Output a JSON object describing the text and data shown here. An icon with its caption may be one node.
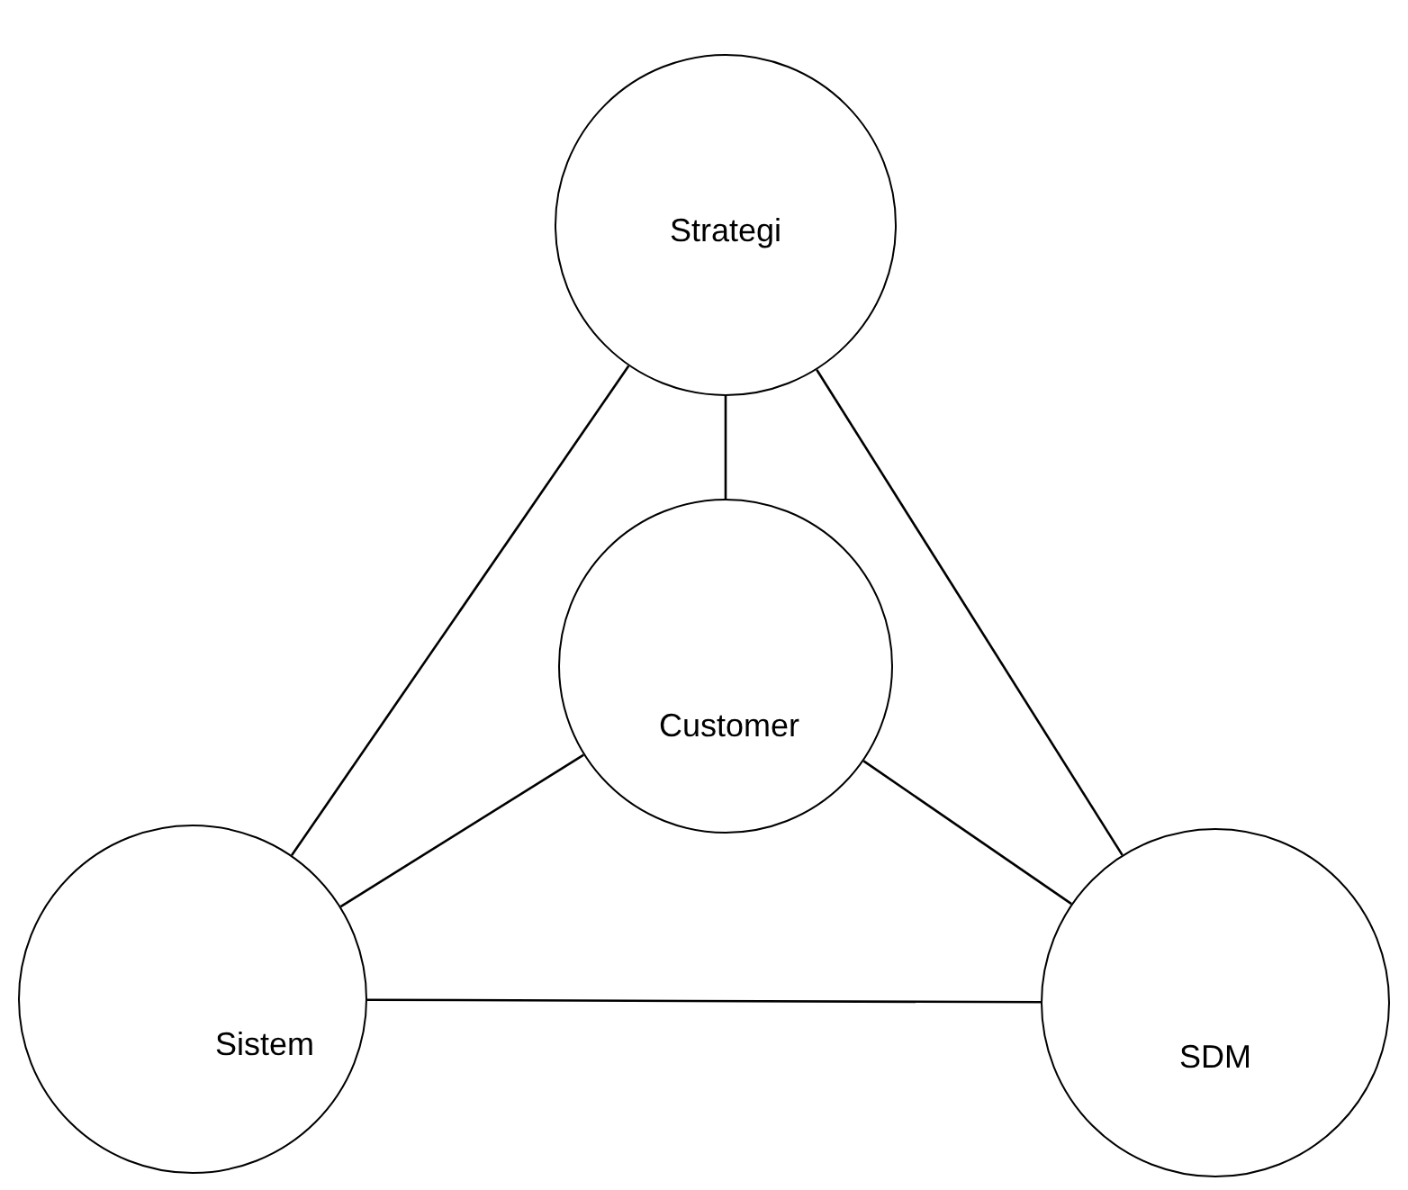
{
  "diagram": {
    "nodes": [
      {
        "text": [
          "Strategi"
        ]
      },
      {
        "text": [
          "Customer"
        ]
      },
      {
        "text": [
          "Sistem"
        ]
      },
      {
        "text": [
          "SDM"
        ]
      }
    ],
    "edges": [
      {
        "from": 0,
        "to": 2,
        "arrow": "none"
      },
      {
        "from": 0,
        "to": 1,
        "arrow": "none"
      },
      {
        "from": 0,
        "to": 3,
        "arrow": "none"
      },
      {
        "from": 1,
        "to": 2,
        "arrow": "none"
      },
      {
        "from": 1,
        "to": 3,
        "arrow": "none"
      },
      {
        "from": 2,
        "to": 3,
        "arrow": "none"
      }
    ]
  }
}
